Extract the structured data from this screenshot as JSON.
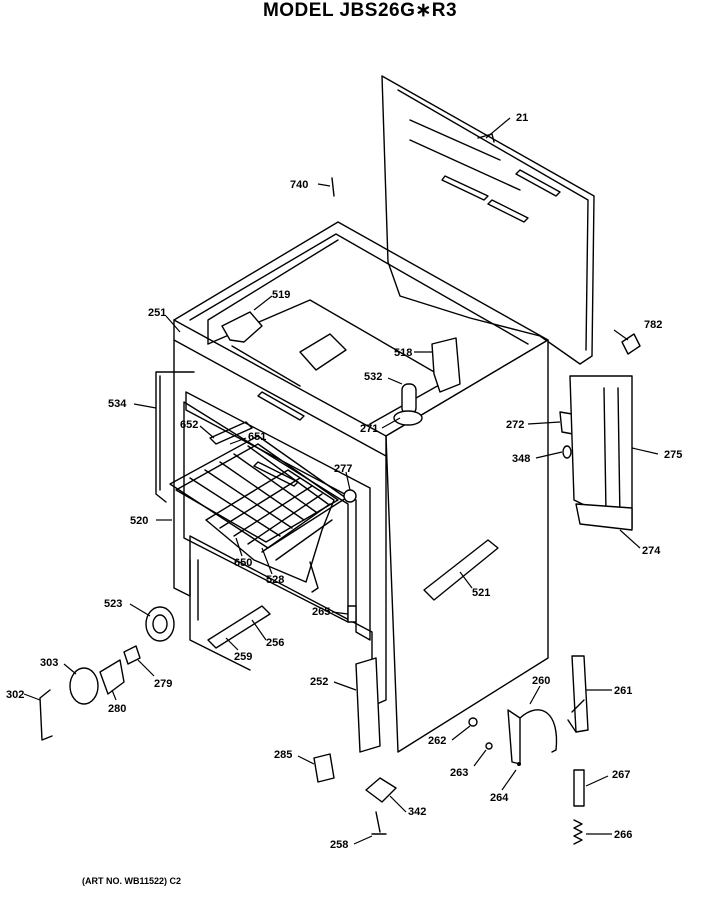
{
  "title": "MODEL JBS26G∗R3",
  "art_no": "(ART NO. WB11522) C2",
  "labels": [
    "21",
    "740",
    "519",
    "251",
    "782",
    "518",
    "532",
    "534",
    "652",
    "651",
    "271",
    "272",
    "348",
    "275",
    "277",
    "520",
    "274",
    "521",
    "650",
    "528",
    "523",
    "265",
    "256",
    "259",
    "303",
    "279",
    "280",
    "302",
    "252",
    "260",
    "261",
    "262",
    "263",
    "264",
    "285",
    "267",
    "342",
    "258",
    "266"
  ]
}
